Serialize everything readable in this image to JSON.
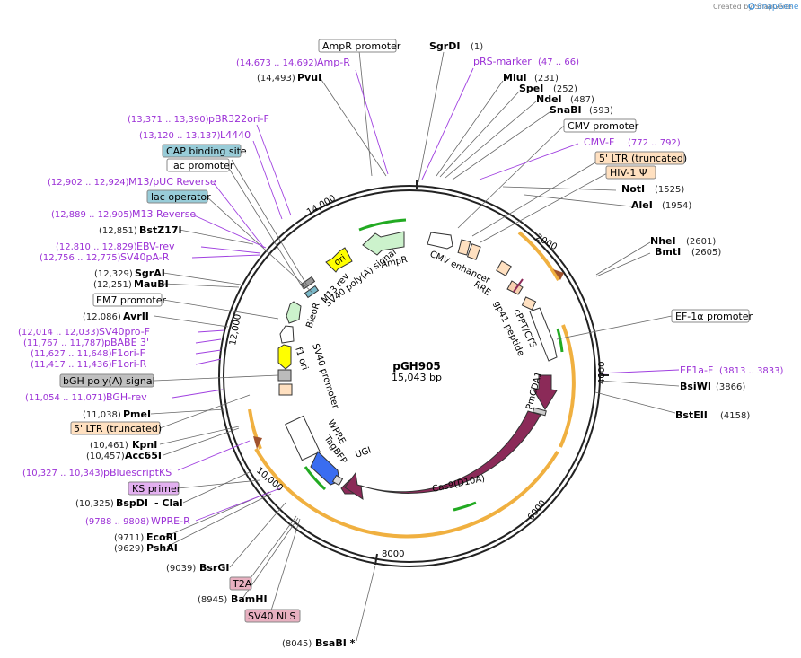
{
  "credit": "Created by SnapGene",
  "plasmid": {
    "name": "pGH905",
    "size": "15,043 bp"
  },
  "ticks": [
    "2000",
    "4000",
    "6000",
    "8000",
    "10,000",
    "12,000",
    "14,000"
  ],
  "boxed": {
    "ampr_promoter": "AmpR promoter",
    "cmv_promoter": "CMV promoter",
    "ltr_right": "5' LTR (truncated)",
    "hiv": "HIV-1 Ψ",
    "ef1a_promoter": "EF-1α promoter",
    "cap": "CAP binding site",
    "lac_promoter": "lac promoter",
    "lac_operator": "lac operator",
    "em7": "EM7 promoter",
    "bgh": "bGH poly(A) signal",
    "ltr_left": "5' LTR (truncated)",
    "ks": "KS primer",
    "t2a": "T2A",
    "sv40nls": "SV40 NLS"
  },
  "enzymes": {
    "sgrdi": {
      "name": "SgrDI",
      "pos": "(1)"
    },
    "mlui": {
      "name": "MluI",
      "pos": "(231)"
    },
    "spei": {
      "name": "SpeI",
      "pos": "(252)"
    },
    "ndei": {
      "name": "NdeI",
      "pos": "(487)"
    },
    "snabi": {
      "name": "SnaBI",
      "pos": "(593)"
    },
    "noti": {
      "name": "NotI",
      "pos": "(1525)"
    },
    "alei": {
      "name": "AleI",
      "pos": "(1954)"
    },
    "nhei": {
      "name": "NheI",
      "pos": "(2601)"
    },
    "bmti": {
      "name": "BmtI",
      "pos": "(2605)"
    },
    "bsiwi": {
      "name": "BsiWI",
      "pos": "(3866)"
    },
    "bsteii": {
      "name": "BstEII",
      "pos": "(4158)"
    },
    "pvui": {
      "name": "PvuI",
      "pos": "(14,493)"
    },
    "bstz17i": {
      "name": "BstZ17I",
      "pos": "(12,851)"
    },
    "sgrai": {
      "name": "SgrAI",
      "pos": "(12,329)"
    },
    "maubi": {
      "name": "MauBI",
      "pos": "(12,251)"
    },
    "avrii": {
      "name": "AvrII",
      "pos": "(12,086)"
    },
    "pmei": {
      "name": "PmeI",
      "pos": "(11,038)"
    },
    "kpni": {
      "name": "KpnI",
      "pos": "(10,461)"
    },
    "acc65i": {
      "name": "Acc65I",
      "pos": "(10,457)"
    },
    "bspdi": {
      "name": "BspDI",
      "pos": "(10,325)",
      "extra": "- ClaI"
    },
    "ecori": {
      "name": "EcoRI",
      "pos": "(9711)"
    },
    "pshai": {
      "name": "PshAI",
      "pos": "(9629)"
    },
    "bsrgi": {
      "name": "BsrGI",
      "pos": "(9039)"
    },
    "bamhi": {
      "name": "BamHI",
      "pos": "(8945)"
    },
    "bsabi": {
      "name": "BsaBI *",
      "pos": "(8045)"
    }
  },
  "primers": {
    "prs": {
      "name": "pRS-marker",
      "pos": "(47 .. 66)"
    },
    "cmvf": {
      "name": "CMV-F",
      "pos": "(772 .. 792)"
    },
    "ef1af": {
      "name": "EF1a-F",
      "pos": "(3813 .. 3833)"
    },
    "ampr": {
      "name": "Amp-R",
      "pos": "(14,673 .. 14,692)"
    },
    "pbr": {
      "name": "pBR322ori-F",
      "pos": "(13,371 .. 13,390)"
    },
    "l4440": {
      "name": "L4440",
      "pos": "(13,120 .. 13,137)"
    },
    "m13puc": {
      "name": "M13/pUC Reverse",
      "pos": "(12,902 .. 12,924)"
    },
    "m13rev": {
      "name": "M13 Reverse",
      "pos": "(12,889 .. 12,905)"
    },
    "ebv": {
      "name": "EBV-rev",
      "pos": "(12,810 .. 12,829)"
    },
    "sv40pa": {
      "name": "SV40pA-R",
      "pos": "(12,756 .. 12,775)"
    },
    "sv40pro": {
      "name": "SV40pro-F",
      "pos": "(12,014 .. 12,033)"
    },
    "pbabe": {
      "name": "pBABE 3'",
      "pos": "(11,767 .. 11,787)"
    },
    "f1orif": {
      "name": "F1ori-F",
      "pos": "(11,627 .. 11,648)"
    },
    "f1orir": {
      "name": "F1ori-R",
      "pos": "(11,417 .. 11,436)"
    },
    "bghrev": {
      "name": "BGH-rev",
      "pos": "(11,054 .. 11,071)"
    },
    "pbks": {
      "name": "pBluescriptKS",
      "pos": "(10,327 .. 10,343)"
    },
    "wprer": {
      "name": "WPRE-R",
      "pos": "(9788 .. 9808)"
    }
  },
  "features": {
    "ampr": "AmpR",
    "sv40pa": "SV40 poly(A) signal",
    "ori1": "ori",
    "m13rev": "M13 rev",
    "bleor": "BleoR",
    "sv40prom": "SV40 promoter",
    "f1ori": "f1 ori",
    "wpre": "WPRE",
    "tagbfp": "TagBFP",
    "ugi": "UGI",
    "cas9": "Cas9(D10A)",
    "pmcda1": "PmCDA1",
    "cppt": "cPPT/CTS",
    "gp41": "gp41 peptide",
    "rre": "RRE",
    "cmvenh": "CMV enhancer"
  }
}
